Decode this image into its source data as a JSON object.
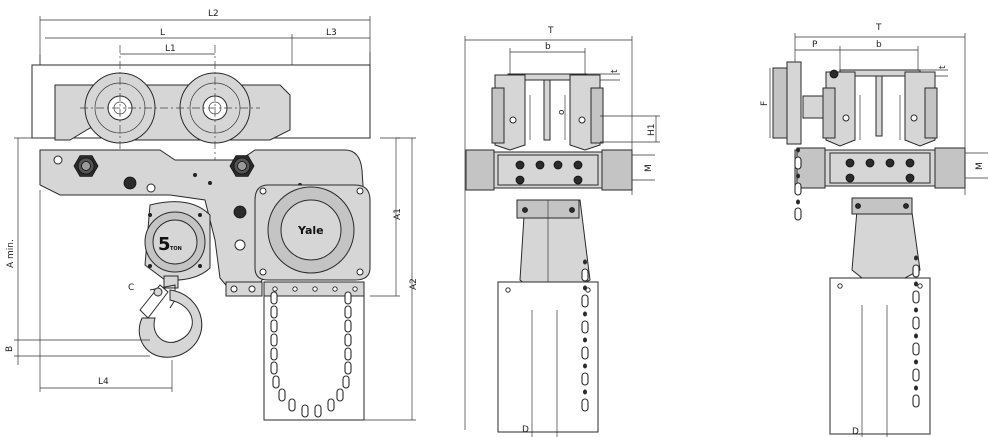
{
  "front_view": {
    "dims": {
      "L2": "L2",
      "L": "L",
      "L3": "L3",
      "L1": "L1",
      "A1": "A1",
      "A2": "A2",
      "A_min": "A min.",
      "B": "B",
      "C": "C",
      "L4": "L4"
    },
    "brand_label": "Yale",
    "capacity_value": "5",
    "capacity_unit": "TON"
  },
  "side_view": {
    "dims": {
      "T": "T",
      "b": "b",
      "t": "t",
      "H1": "H1",
      "M": "M",
      "D": "D"
    }
  },
  "geared_view": {
    "dims": {
      "T": "T",
      "P": "P",
      "b": "b",
      "t": "t",
      "F": "F",
      "M": "M",
      "D": "D"
    }
  }
}
